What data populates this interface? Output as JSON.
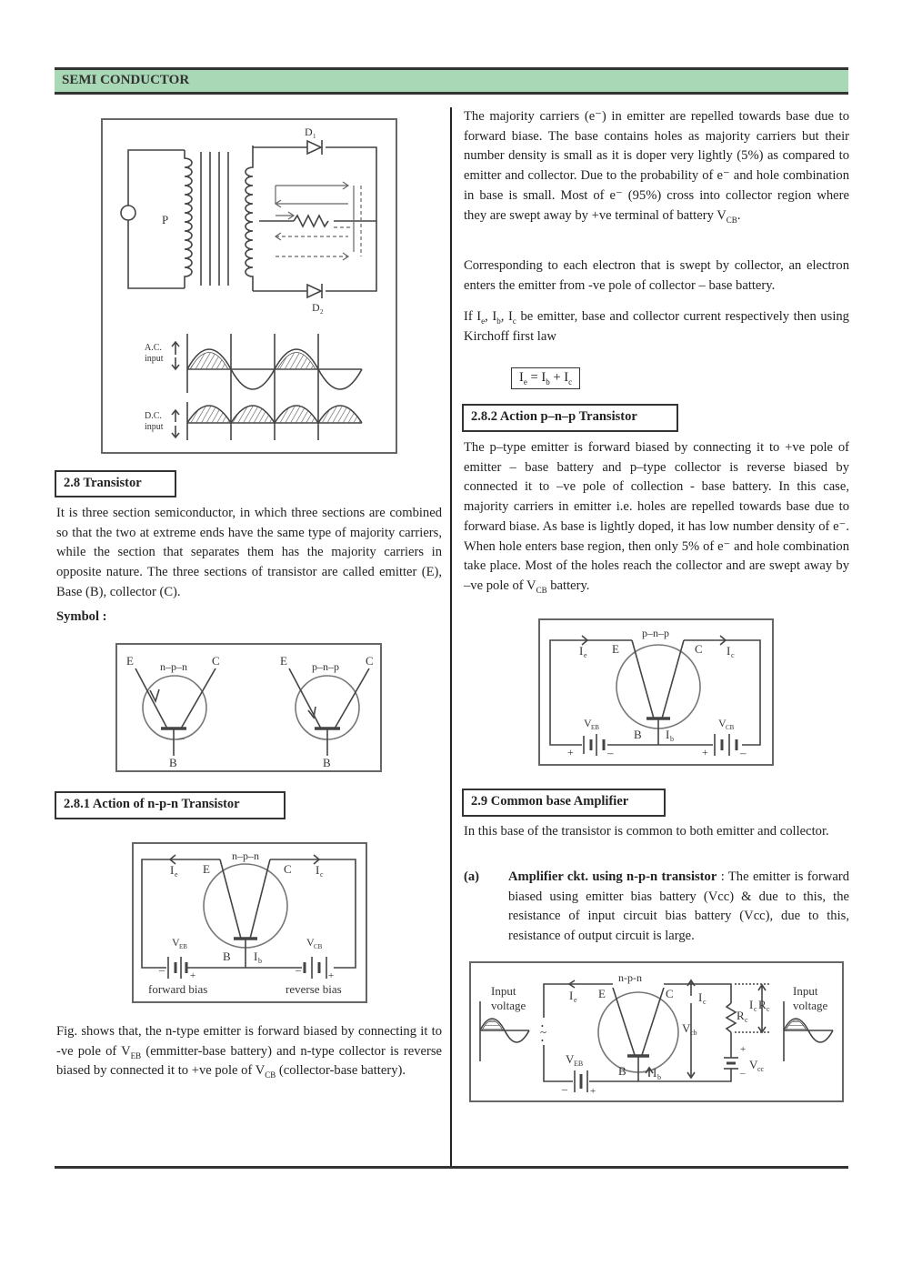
{
  "header": {
    "title": "SEMI CONDUCTOR"
  },
  "rectifier_fig": {
    "label_d1": "D",
    "label_d1_sub": "1",
    "label_d2": "D",
    "label_d2_sub": "2",
    "label_p": "P",
    "ac_label_1": "A.C.",
    "ac_label_2": "input",
    "dc_label_1": "D.C.",
    "dc_label_2": "input"
  },
  "sec_2_8": {
    "heading": "2.8  Transistor",
    "body": "It is three section semiconductor, in which three sections are combined so that the two at extreme ends have the same type of majority carriers, while the section that separates them has the majority carriers in opposite nature. The three sections of transistor are called emitter (E), Base (B), collector (C).",
    "symbol_label": "Symbol :"
  },
  "symbol_fig": {
    "npn_label": "n–p–n",
    "pnp_label": "p–n–p",
    "e": "E",
    "c": "C",
    "b": "B"
  },
  "sec_2_8_1": {
    "heading": "2.8.1  Action of n-p-n Transistor",
    "fig_title": "n–p–n",
    "ie": "I",
    "ie_sub": "e",
    "ic": "I",
    "ic_sub": "c",
    "ib": "I",
    "ib_sub": "b",
    "e": "E",
    "c": "C",
    "b": "B",
    "veb": "V",
    "veb_sub": "EB",
    "vcb": "V",
    "vcb_sub": "CB",
    "forward_bias": "forward bias",
    "reverse_bias": "reverse bias",
    "body_1": "Fig. shows that, the n-type emitter is forward biased by connecting it to -ve pole of V",
    "body_1_sub": "EB",
    "body_2": " (emmitter-base battery) and n-type collector is reverse biased by connected it to +ve pole of V",
    "body_2_sub": "CB",
    "body_3": " (collector-base battery)."
  },
  "right_col": {
    "p1": "The majority carriers (e⁻) in emitter are repelled towards base due to forward biase.  The base contains holes as majority carriers but their number density is small as it is doper very lightly (5%) as compared to emitter and collector.  Due to the probability of e⁻ and hole combination in base is small.  Most of e⁻ (95%) cross into collector region where they are swept away by +ve terminal of battery V",
    "p1_sub": "CB",
    "p1_end": ".",
    "p2": "Corresponding to each electron that is swept by collector, an electron enters the emitter from -ve pole of collector – base battery.",
    "p3_a": "If I",
    "p3_a_sub": "e",
    "p3_b": ", I",
    "p3_b_sub": "b",
    "p3_c": ", I",
    "p3_c_sub": "c",
    "p3_d": " be emitter, base and collector current respectively then using Kirchoff first law",
    "formula_a": "I",
    "formula_a_sub": "e",
    "formula_b": " = I",
    "formula_b_sub": "b",
    "formula_c": " + I",
    "formula_c_sub": "c"
  },
  "sec_2_8_2": {
    "heading": "2.8.2  Action p–n–p Transistor",
    "body": "The p–type emitter is forward biased by connecting it to +ve pole of emitter – base battery and p–type collector is reverse biased by connected it to –ve pole of collection - base battery.  In this case, majority carriers in emitter i.e. holes are repelled towards base due to forward biase.  As base is lightly doped, it has low number density of e⁻.  When hole enters base region, then only 5% of e⁻ and hole combination take place.  Most of the holes reach the collector and are swept away by –ve pole of V",
    "body_sub": "CB",
    "body_end": " battery.",
    "fig_title": "p–n–p"
  },
  "sec_2_9": {
    "heading": "2.9  Common base Amplifier",
    "body": "In this base of the transistor is common to both emitter and collector.",
    "item_label": "(a)",
    "item_bold": "Amplifier ckt. using n-p-n transistor",
    "item_text": " : The emitter is forward biased using emitter bias battery (Vcc) & due to this, the resistance of input circuit bias battery (Vcc), due to this, resistance of output circuit is large."
  },
  "amp_fig": {
    "input_voltage_left_1": "Input",
    "input_voltage_left_2": "voltage",
    "input_voltage_right_1": "Input",
    "input_voltage_right_2": "voltage",
    "title": "n-p-n",
    "vcb": "V",
    "vcb_sub": "cb",
    "vee": "V",
    "vee_sub": "EB",
    "vcc": "V",
    "vcc_sub": "cc",
    "rc": "R",
    "rc_sub": "c",
    "icrc": "I",
    "icrc_sub1": "c",
    "icrc_r": "R",
    "icrc_sub2": "c"
  }
}
